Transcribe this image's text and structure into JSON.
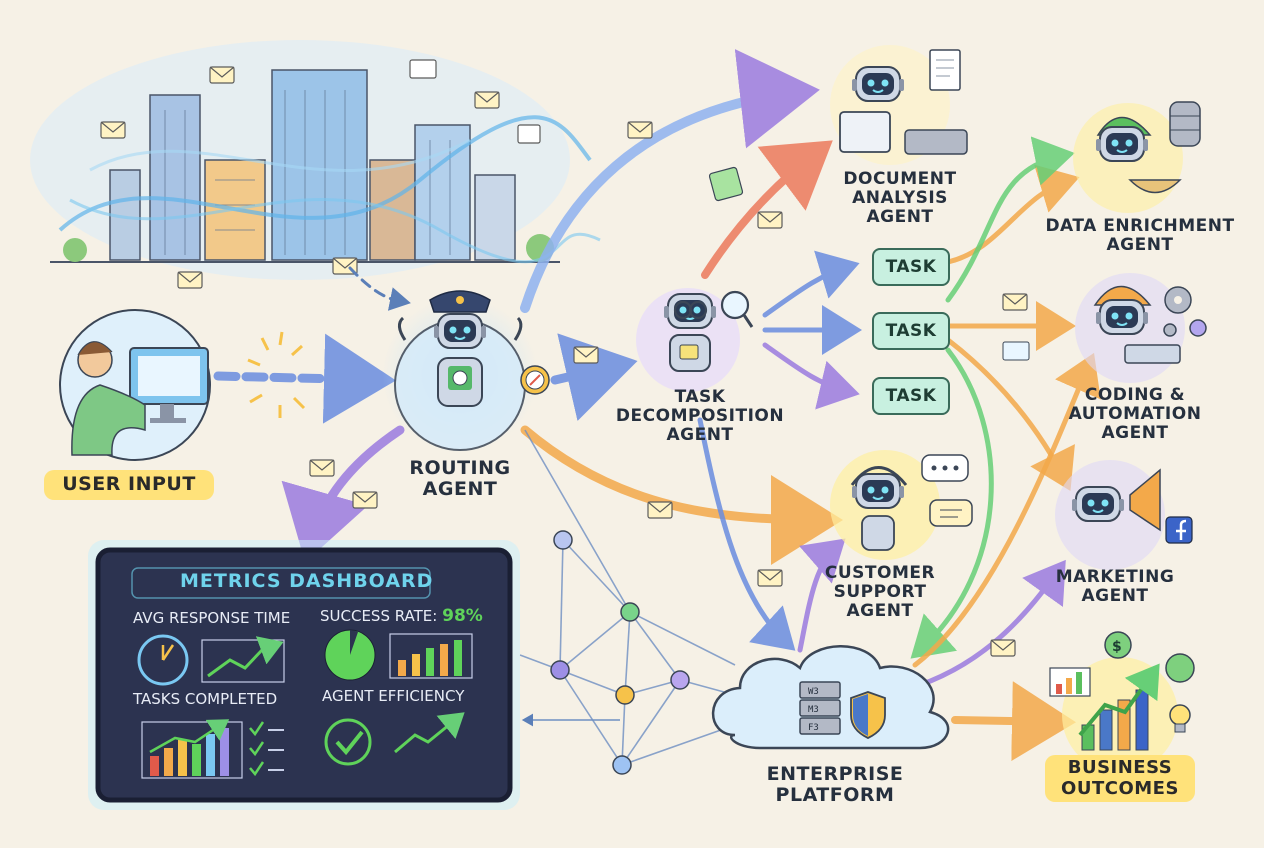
{
  "labels": {
    "user_input": "USER INPUT",
    "routing_agent": [
      "ROUTING",
      "AGENT"
    ],
    "task_decomposition_agent": [
      "TASK",
      "DECOMPOSITION",
      "AGENT"
    ],
    "document_analysis_agent": [
      "DOCUMENT",
      "ANALYSIS",
      "AGENT"
    ],
    "data_enrichment_agent": [
      "DATA ENRICHMENT",
      "AGENT"
    ],
    "coding_automation_agent": [
      "CODING &",
      "AUTOMATION",
      "AGENT"
    ],
    "customer_support_agent": [
      "CUSTOMER",
      "SUPPORT",
      "AGENT"
    ],
    "marketing_agent": [
      "MARKETING",
      "AGENT"
    ],
    "enterprise_platform": [
      "ENTERPRISE",
      "PLATFORM"
    ],
    "business_outcomes": [
      "BUSINESS",
      "OUTCOMES"
    ]
  },
  "tasks": [
    "TASK",
    "TASK",
    "TASK"
  ],
  "dashboard": {
    "title": "METRICS DASHBOARD",
    "avg_response_time": "AVG RESPONSE TIME",
    "success_rate": "SUCCESS RATE:",
    "success_rate_value": "98%",
    "tasks_completed": "TASKS COMPLETED",
    "agent_efficiency": "AGENT EFFICIENCY"
  },
  "server_labels": [
    "W3",
    "M3",
    "F3"
  ],
  "colors": {
    "background": "#f6f1e6",
    "dashboard_bg": "#2c3350",
    "dashboard_title": "#6fd3ec",
    "success_green": "#5fd35a",
    "task_fill": "#c8f0e0",
    "highlight_yellow": "#ffe27a",
    "arrow_blue": "#6a8de0",
    "arrow_purple": "#9b7be0",
    "arrow_orange": "#f3a94a",
    "arrow_green": "#67cf77"
  },
  "icons": [
    "envelope-icon",
    "robot-icon",
    "server-icon",
    "shield-icon",
    "gear-icon",
    "database-icon",
    "megaphone-icon",
    "dollar-coin-icon",
    "lightbulb-icon",
    "magnifier-icon",
    "headset-icon",
    "compass-icon",
    "facebook-icon"
  ]
}
